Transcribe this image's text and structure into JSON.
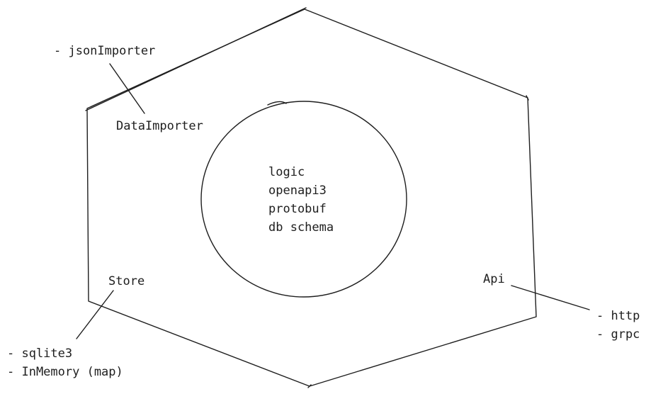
{
  "diagram": {
    "core_lines": [
      "logic",
      "openapi3",
      "protobuf",
      "db schema"
    ],
    "data_importer": "DataImporter",
    "json_importer": "- jsonImporter",
    "store": "Store",
    "store_items": [
      "- sqlite3",
      "- InMemory (map)"
    ],
    "api": "Api",
    "api_items": [
      "- http",
      "- grpc"
    ],
    "stroke_color": "#1e1e1e",
    "background_color": "#ffffff"
  }
}
